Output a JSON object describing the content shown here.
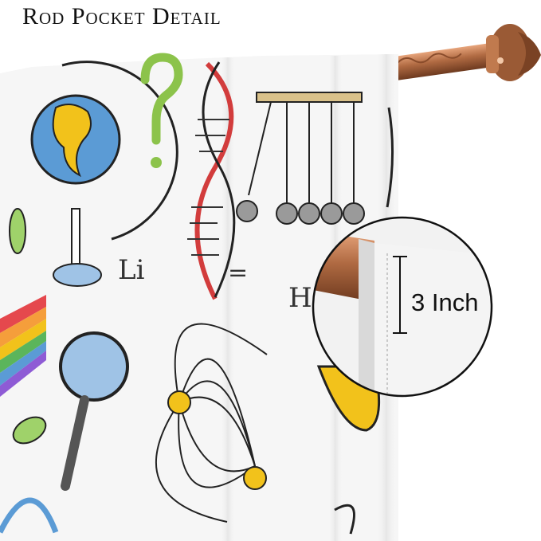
{
  "header": {
    "title": "Rod Pocket Detail"
  },
  "callout": {
    "measurement_label": "3 Inch"
  },
  "elements": {
    "curtain_rod": "curtain-rod",
    "rod_finial": "rod-finial",
    "curtain_panel": "curtain-panel",
    "zoom_circle": "zoom-callout-circle"
  },
  "colors": {
    "rod_bronze": "#b06a42",
    "globe_blue": "#5b9bd5",
    "accent_yellow": "#f2c21b",
    "dna_red": "#d23c3c",
    "question_green": "#8cc34b"
  }
}
